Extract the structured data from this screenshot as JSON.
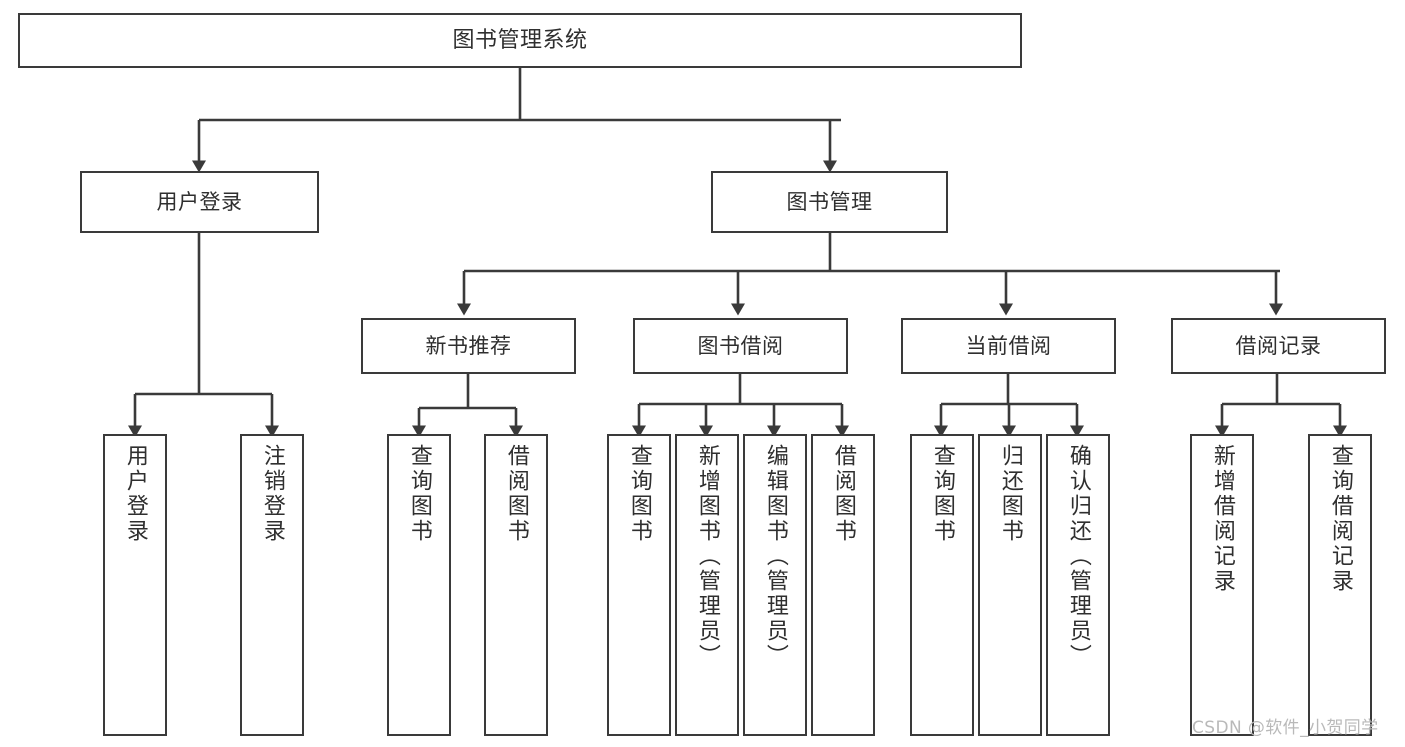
{
  "diagram": {
    "title": "图书管理系统",
    "type": "tree-hierarchy-chart",
    "watermark": "CSDN @软件_小贺同学",
    "colors": {
      "stroke": "#3a3a3a",
      "fill": "#ffffff",
      "text": "#2f2f2f",
      "watermark": "#b9b9b9"
    },
    "nodes": {
      "root": {
        "label": "图书管理系统"
      },
      "level2": [
        {
          "id": "user-login",
          "label": "用户登录"
        },
        {
          "id": "book-manage",
          "label": "图书管理"
        }
      ],
      "level3": [
        {
          "id": "new-book-rec",
          "label": "新书推荐"
        },
        {
          "id": "book-borrow",
          "label": "图书借阅"
        },
        {
          "id": "current-borrow",
          "label": "当前借阅"
        },
        {
          "id": "borrow-record",
          "label": "借阅记录"
        }
      ],
      "leaves": [
        {
          "id": "leaf-user-login",
          "label": "用户登录"
        },
        {
          "id": "leaf-logout-login",
          "label": "注销登录"
        },
        {
          "id": "leaf-query-book-1",
          "label": "查询图书"
        },
        {
          "id": "leaf-borrow-book-1",
          "label": "借阅图书"
        },
        {
          "id": "leaf-query-book-2",
          "label": "查询图书"
        },
        {
          "id": "leaf-add-book",
          "label": "新增图书（管理员）"
        },
        {
          "id": "leaf-edit-book",
          "label": "编辑图书（管理员）"
        },
        {
          "id": "leaf-borrow-book-2",
          "label": "借阅图书"
        },
        {
          "id": "leaf-query-book-3",
          "label": "查询图书"
        },
        {
          "id": "leaf-return-book",
          "label": "归还图书"
        },
        {
          "id": "leaf-confirm-return",
          "label": "确认归还（管理员）"
        },
        {
          "id": "leaf-add-record",
          "label": "新增借阅记录"
        },
        {
          "id": "leaf-query-record",
          "label": "查询借阅记录"
        }
      ]
    }
  }
}
